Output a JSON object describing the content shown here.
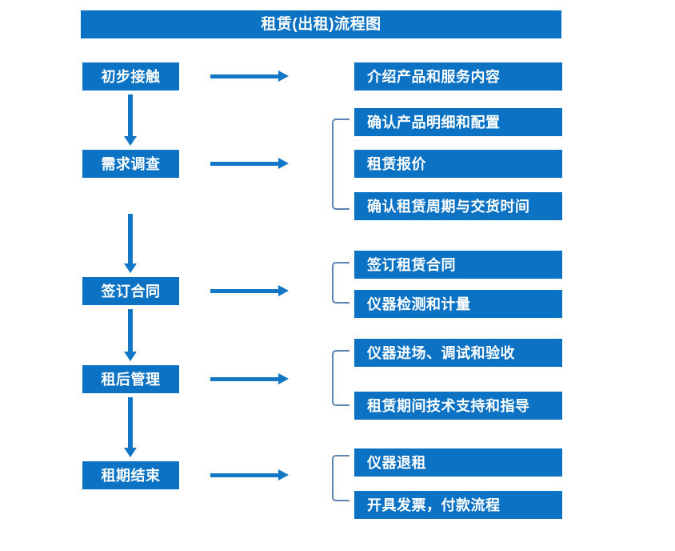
{
  "chart_title": "租赁(出租)流程图",
  "colors": {
    "box_fill": "#0C72C4",
    "box_text": "#FFFFFF",
    "arrow": "#1477C6",
    "bracket": "#5B82B0",
    "background": "#FFFFFF"
  },
  "stages": [
    {
      "label": "初步接触"
    },
    {
      "label": "需求调查"
    },
    {
      "label": "签订合同"
    },
    {
      "label": "租后管理"
    },
    {
      "label": "租期结束"
    }
  ],
  "details": {
    "group1": [
      {
        "label": "介绍产品和服务内容"
      }
    ],
    "group2": [
      {
        "label": "确认产品明细和配置"
      },
      {
        "label": "租赁报价"
      },
      {
        "label": "确认租赁周期与交货时间"
      }
    ],
    "group3": [
      {
        "label": "签订租赁合同"
      },
      {
        "label": "仪器检测和计量"
      }
    ],
    "group4": [
      {
        "label": "仪器进场、调试和验收"
      },
      {
        "label": "租赁期间技术支持和指导"
      }
    ],
    "group5": [
      {
        "label": "仪器退租"
      },
      {
        "label": "开具发票，付款流程"
      }
    ]
  },
  "icons": {
    "flow_arrow_right": "right-arrow-icon",
    "flow_arrow_down": "down-arrow-icon",
    "group_bracket": "group-bracket-icon"
  }
}
